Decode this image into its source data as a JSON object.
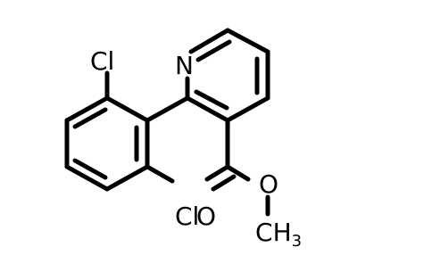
{
  "structure": {
    "atoms": {
      "n1": "N",
      "cl_top": "Cl",
      "cl_bottom": "Cl",
      "o_ester": "O",
      "o_carbonyl": "O",
      "methyl_c": "C",
      "methyl_h": "H",
      "methyl_sub": "3"
    }
  },
  "colors": {
    "bond": "#000000",
    "background": "#ffffff"
  }
}
